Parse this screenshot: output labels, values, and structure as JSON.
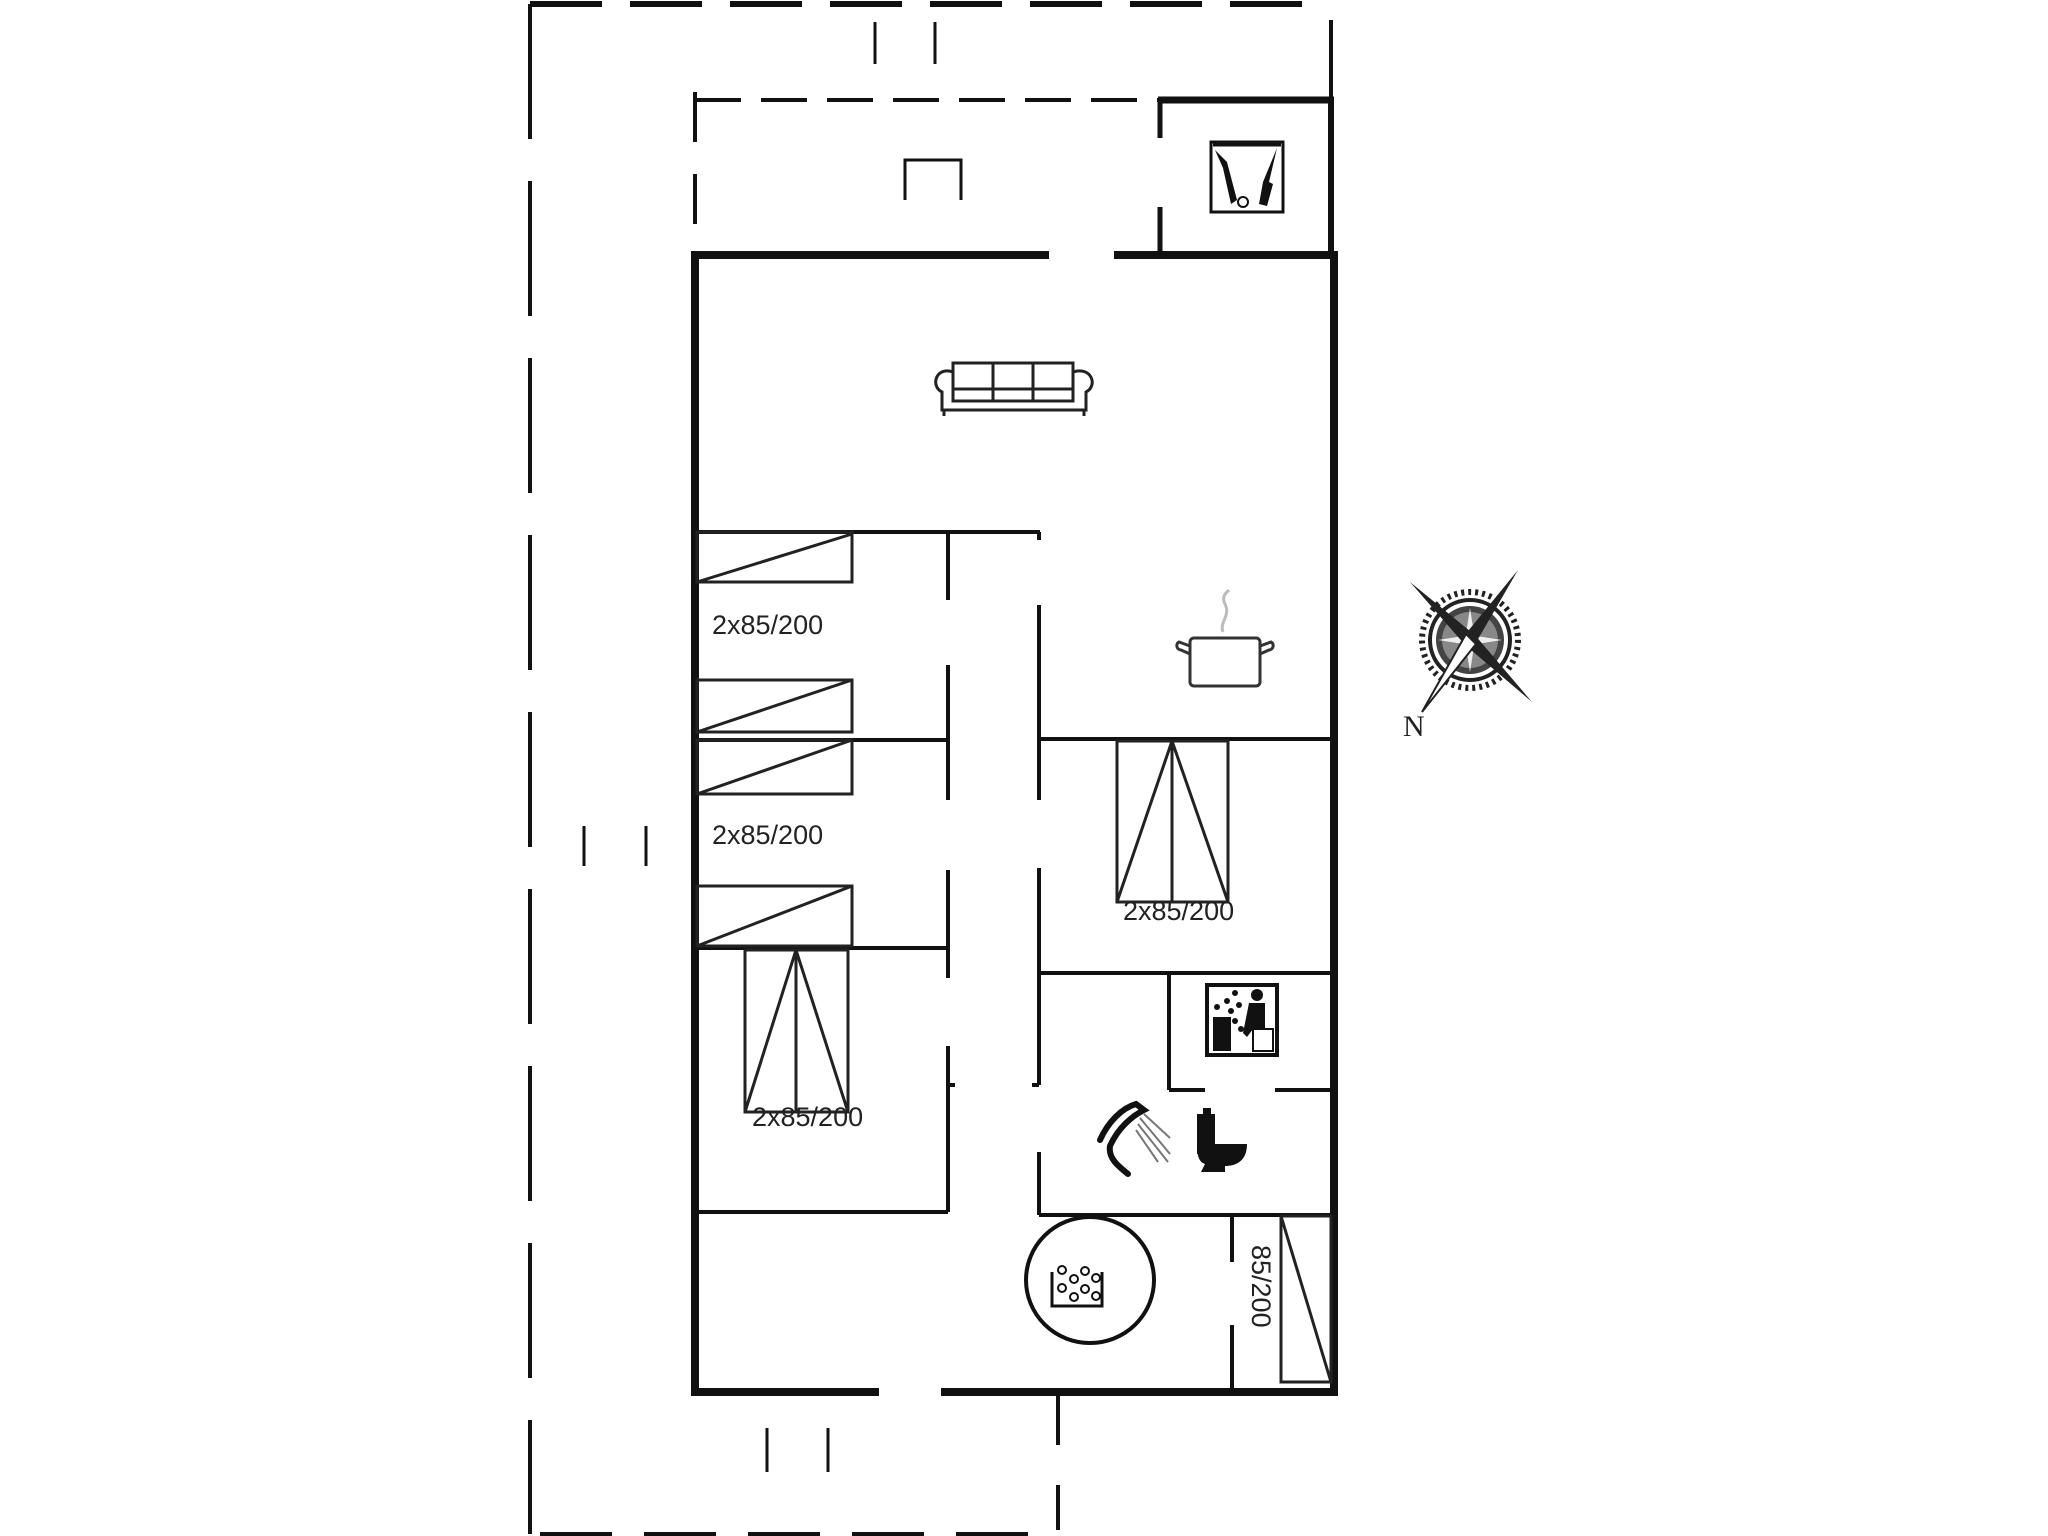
{
  "diagram": {
    "type": "floor-plan",
    "background": "#ffffff",
    "line_color": "#111111"
  },
  "rooms": [
    {
      "id": "terrace-covered",
      "name": "Covered terrace",
      "icon": "grill-icon"
    },
    {
      "id": "utility",
      "name": "Utility room",
      "icon": "cleaning-tools-icon"
    },
    {
      "id": "living",
      "name": "Living room",
      "icon": "sofa-icon"
    },
    {
      "id": "kitchen",
      "name": "Kitchen",
      "icon": "cooking-pot-icon"
    },
    {
      "id": "bedroom-1",
      "name": "Bedroom",
      "bed_label": "2x85/200"
    },
    {
      "id": "bedroom-2",
      "name": "Bedroom",
      "bed_label": "2x85/200"
    },
    {
      "id": "bedroom-3",
      "name": "Bedroom",
      "bed_label": "2x85/200"
    },
    {
      "id": "bedroom-4",
      "name": "Bedroom",
      "bed_label": "2x85/200"
    },
    {
      "id": "sauna",
      "name": "Sauna",
      "icon": "sauna-icon"
    },
    {
      "id": "bathroom",
      "name": "Bathroom",
      "icons": [
        "shower-icon",
        "toilet-icon"
      ]
    },
    {
      "id": "spa-room",
      "name": "Spa room",
      "icon": "whirlpool-icon"
    },
    {
      "id": "bedroom-5",
      "name": "Bedroom",
      "bed_label": "85/200"
    }
  ],
  "labels": {
    "bed_upper_left": "2x85/200",
    "bed_middle_left": "2x85/200",
    "bed_lower_left": "2x85/200",
    "bed_right": "2x85/200",
    "bed_single": "85/200"
  },
  "compass": {
    "label": "N"
  }
}
